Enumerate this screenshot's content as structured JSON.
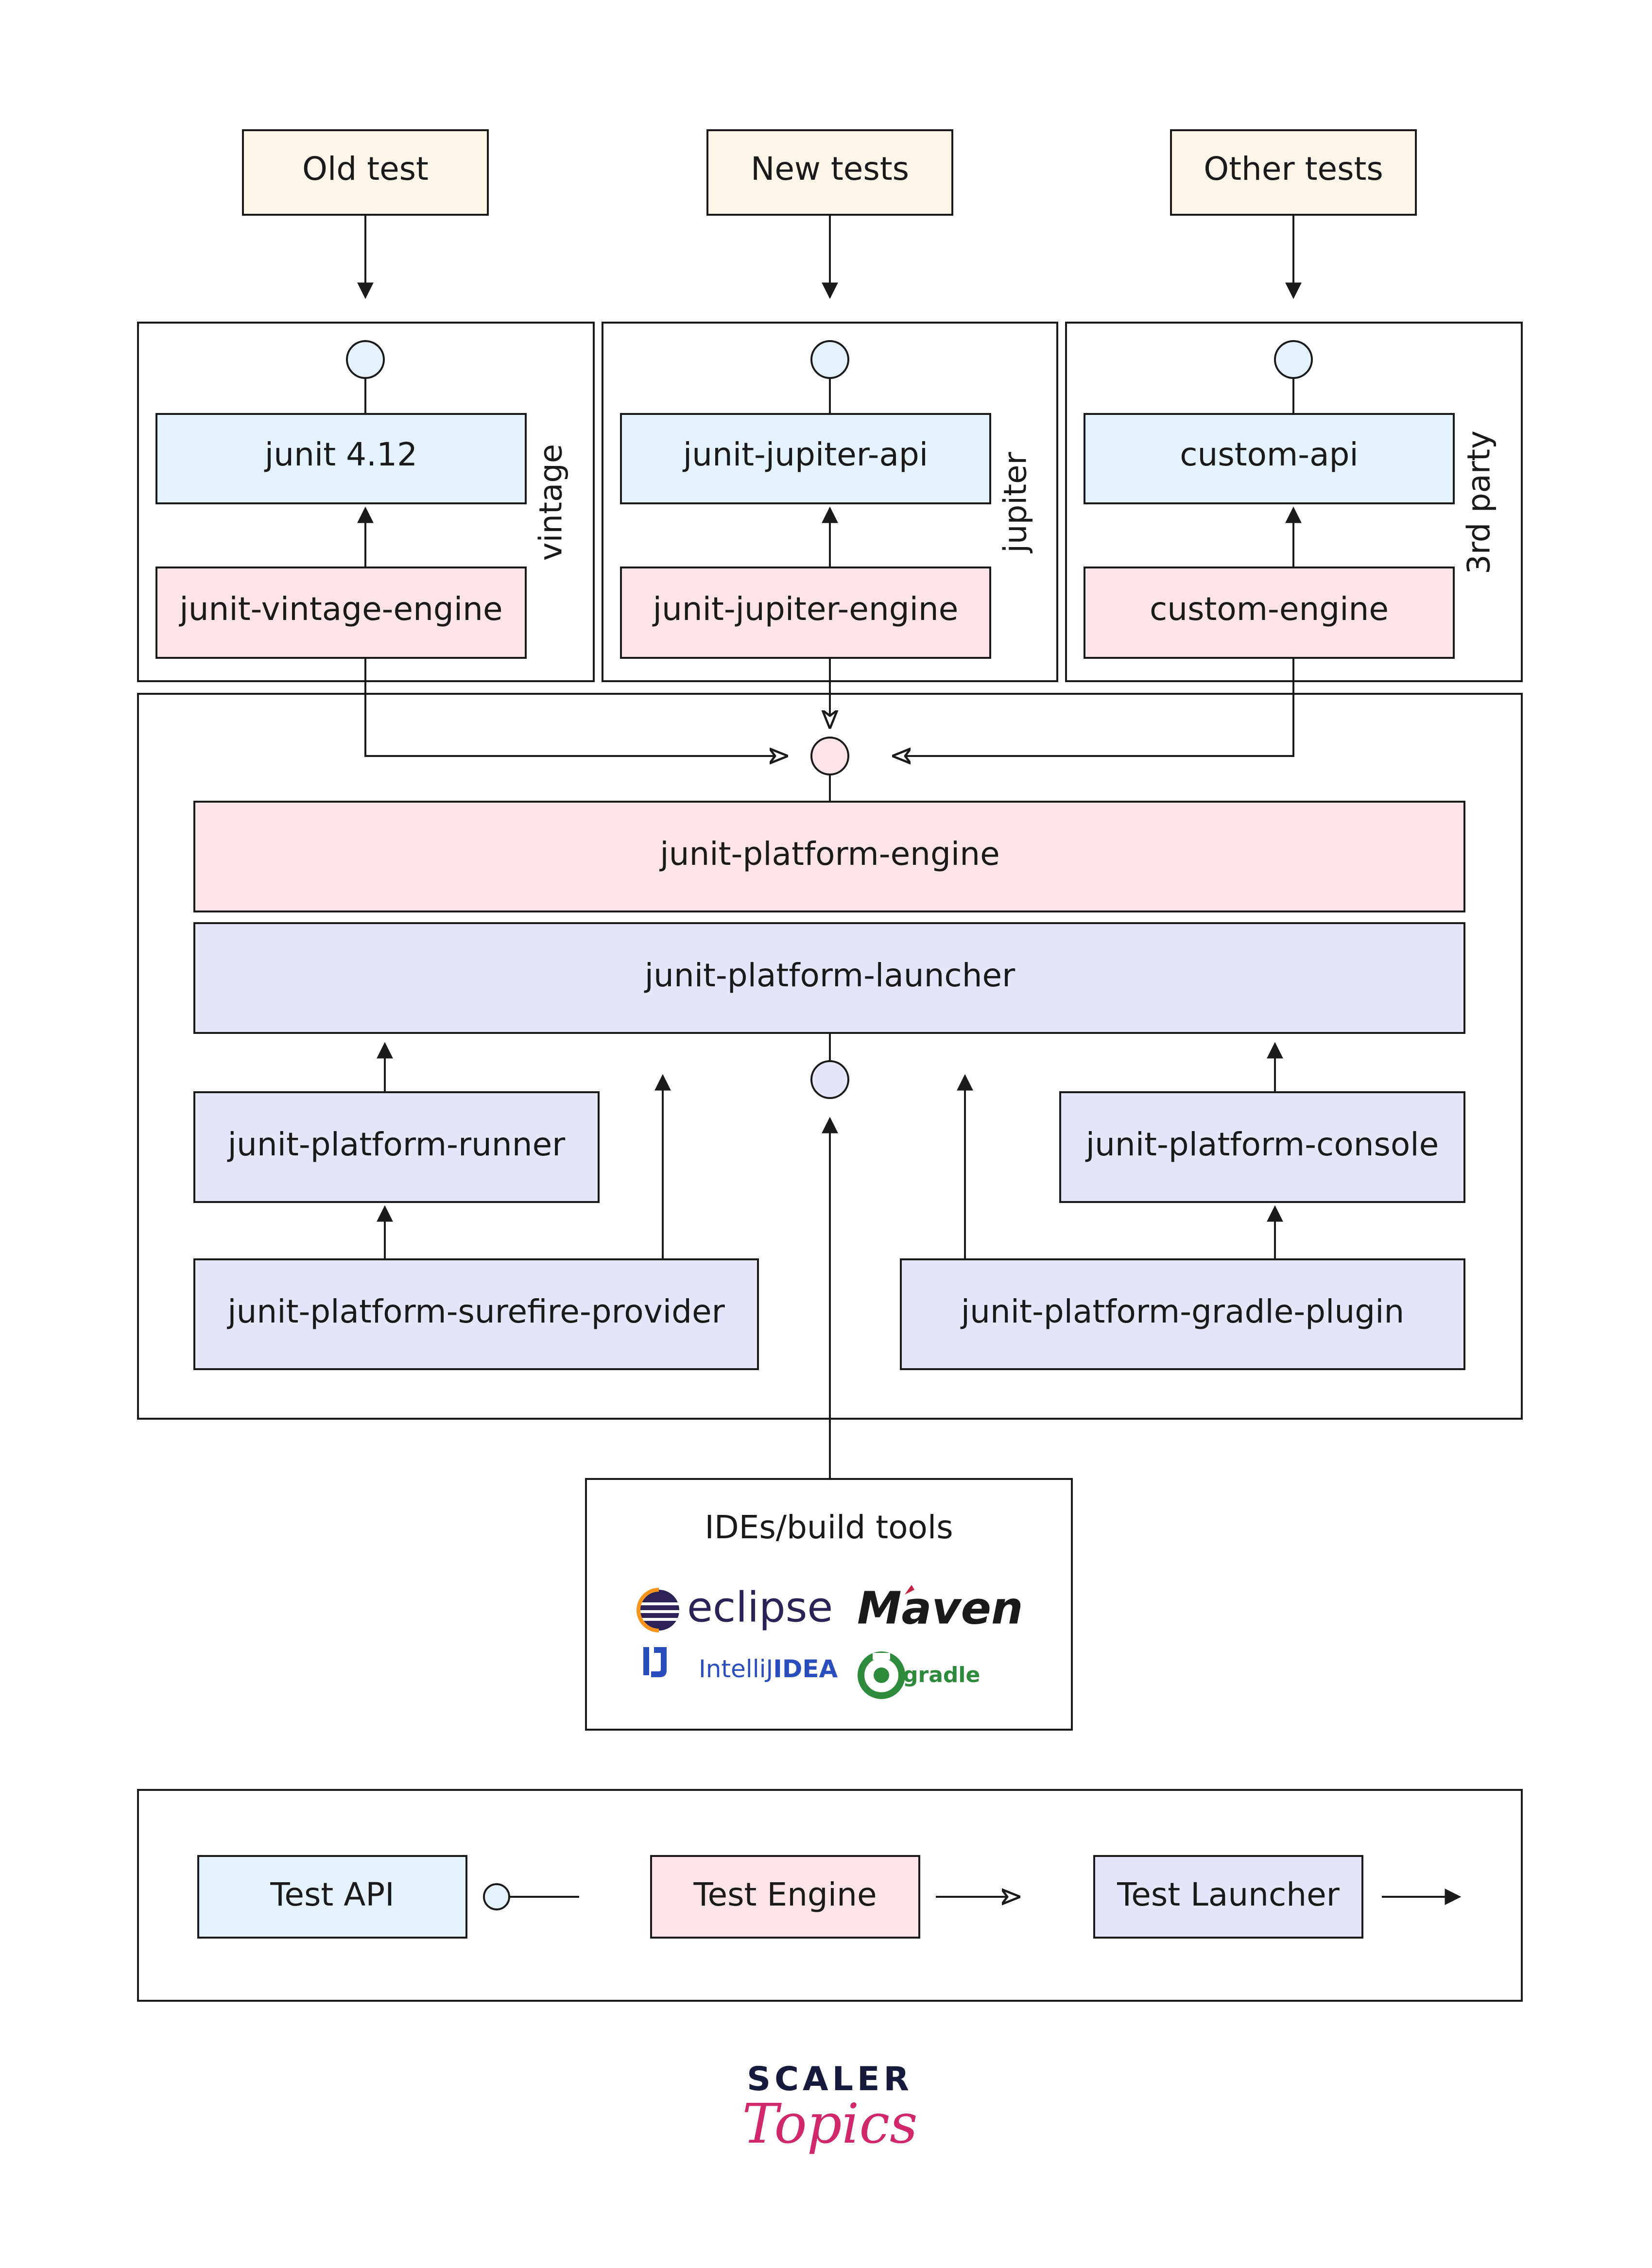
{
  "inputs": {
    "old": "Old test",
    "new": "New tests",
    "other": "Other tests"
  },
  "groups": {
    "vintage": {
      "side_label": "vintage",
      "api": "junit 4.12",
      "engine": "junit-vintage-engine"
    },
    "jupiter": {
      "side_label": "jupiter",
      "api": "junit-jupiter-api",
      "engine": "junit-jupiter-engine"
    },
    "third": {
      "side_label": "3rd party",
      "api": "custom-api",
      "engine": "custom-engine"
    }
  },
  "platform": {
    "engine": "junit-platform-engine",
    "launcher": "junit-platform-launcher",
    "runner": "junit-platform-runner",
    "console": "junit-platform-console",
    "surefire": "junit-platform-surefire-provider",
    "gradle": "junit-platform-gradle-plugin"
  },
  "tools": {
    "title": "IDEs/build tools",
    "eclipse": "eclipse",
    "maven": "Maven",
    "intellij_a": "IntelliJ",
    "intellij_b": "IDEA",
    "gradle": "gradle"
  },
  "legend": {
    "api": "Test API",
    "engine": "Test Engine",
    "launcher": "Test Launcher"
  },
  "footer": {
    "brand_top": "SCALER",
    "brand_bottom": "Topics"
  },
  "colors": {
    "input_fill": "#fdf5e8",
    "api_fill": "#e3f2fc",
    "engine_fill": "#fde4e8",
    "launcher_fill": "#e6e6fb",
    "brand_pink": "#d1286b",
    "brand_navy": "#161a3c"
  }
}
